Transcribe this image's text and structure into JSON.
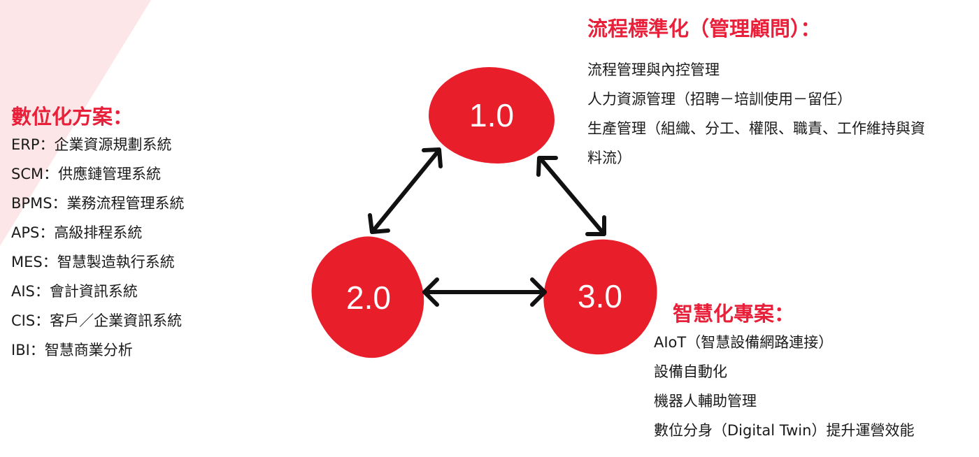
{
  "colors": {
    "accent": "#e8203a",
    "node": "#e81e2a",
    "background_shape": "#fde6e7"
  },
  "left": {
    "title": "數位化方案：",
    "items": [
      "ERP：企業資源規劃系統",
      "SCM：供應鏈管理系統",
      "BPMS：業務流程管理系統",
      "APS：高級排程系統",
      "MES：智慧製造執行系統",
      "AIS：會計資訊系統",
      "CIS：客戶／企業資訊系統",
      "IBI：智慧商業分析"
    ]
  },
  "top_right": {
    "title": "流程標準化（管理顧問）：",
    "items": [
      "流程管理與內控管理",
      "人力資源管理（招聘－培訓使用－留任）",
      "生產管理（組織、分工、權限、職責、工作維持與資",
      "料流）"
    ]
  },
  "bottom_right": {
    "title": "智慧化專案：",
    "items": [
      "AIoT（智慧設備網路連接）",
      "設備自動化",
      "機器人輔助管理",
      "數位分身（Digital Twin）提升運營效能"
    ]
  },
  "nodes": [
    "1.0",
    "2.0",
    "3.0"
  ]
}
